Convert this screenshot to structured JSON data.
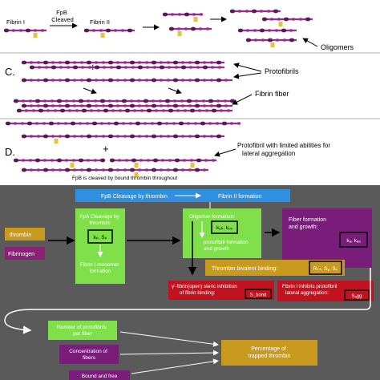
{
  "top_panel": {
    "fibrin_i_label": "Fibrin I",
    "fpb_cleaved_label": "FpB\nCleaved",
    "fibrin_ii_label": "Fibrin II",
    "oligomers_label": "Oligomers",
    "panel_c_letter": "C.",
    "protofibrils_label": "Protofibrils",
    "fibrin_fiber_label": "Fibrin fiber",
    "panel_d_letter": "D.",
    "protofibril_limited_label": "Protofibril with limited abilities for\nlateral aggregation",
    "fpb_bound_thrombin_caption": "FpB is cleaved by bound thrombin throughout",
    "plus_sign": "+"
  },
  "schematic": {
    "fpb_cleavage_header": "FpB Cleavage by thrombin",
    "fibrin_ii_formation_header": "Fibrin II formation",
    "thrombin_input": "thrombin",
    "fibrinogen_input": "Fibrinogen",
    "fpa_cleavage_title": "FpA Cleavage by\nthrombin:",
    "fpa_params": "kₚ, Sₚ",
    "fibrin_i_monomer": "Fibrin I monomer\nformation",
    "oligomer_formation": "Oligomer formation:",
    "oligomer_params": "kₒₕ, kₒₒ",
    "protofibril_formation": "protofibril formation\nand growth",
    "fiber_formation": "Fiber formation\nand growth:",
    "fiber_params": "kₐ, kₐₐ",
    "thrombin_bivalent": "Thrombin bivalent binding:",
    "bivalent_params": "Rₖₛ, Sᵧ, Sₚ",
    "gamma_prime": "γ'-fibrin(open) steric inhibition\nof fibrin binding:",
    "gamma_param": "S_bond",
    "fibrin_i_inhibits": "Fibrin I inhibits protofibril\nlateral aggregation:",
    "inhibit_param": "Sₐgg",
    "num_protofibrils": "Number of protofibrils\nper fiber",
    "concentration_fibers": "Concentration of\nfibers",
    "percentage_trapped": "Percentage of\ntrapped thrombin",
    "bound_free": "Bound and free"
  },
  "colors": {
    "molecule": "#9b2d8a",
    "molecule_node": "#5a1a57",
    "thrombin_mark": "#e8c23a",
    "schematic_bg": "#5a5a5a",
    "blue_box": "#2f8fe0",
    "green_box": "#7fe04a",
    "gold_box": "#c89a1e",
    "purple_box": "#7a1c7a",
    "red_box": "#c1121f",
    "fibrinogen_box": "#8a1f75"
  }
}
